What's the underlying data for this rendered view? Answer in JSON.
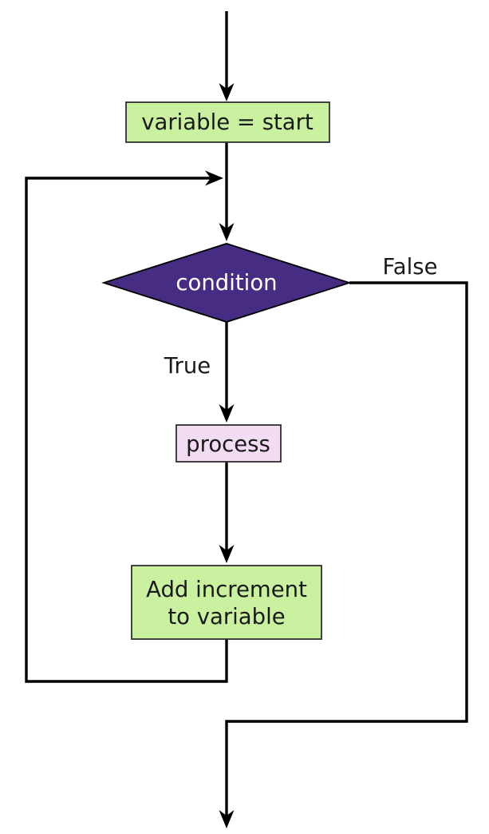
{
  "diagram": {
    "type": "flowchart",
    "description": "Loop control-flow diagram: initialize variable, test condition, run process and increment while True, exit when False",
    "nodes": {
      "init": {
        "label": "variable = start",
        "shape": "rectangle",
        "fill": "#c9f1a0",
        "border": "#2f2f2f",
        "text_color": "#1a1a1a"
      },
      "condition": {
        "label": "condition",
        "shape": "diamond",
        "fill": "#462c82",
        "border": "#000000",
        "text_color": "#ffffff"
      },
      "process": {
        "label": "process",
        "shape": "rectangle",
        "fill": "#f2dcf4",
        "border": "#2f2f2f",
        "text_color": "#1a1a1a"
      },
      "increment": {
        "label_line1": "Add increment",
        "label_line2": "to variable",
        "shape": "rectangle",
        "fill": "#c9f1a0",
        "border": "#2f2f2f",
        "text_color": "#1a1a1a"
      }
    },
    "edge_labels": {
      "true_branch": "True",
      "false_branch": "False"
    },
    "line_color": "#000000",
    "label_color": "#1a1a1a"
  }
}
